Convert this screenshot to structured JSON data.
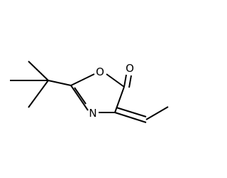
{
  "atoms": {
    "ring_oxygen": "O",
    "carbonyl_oxygen": "O",
    "ring_nitrogen": "N"
  }
}
